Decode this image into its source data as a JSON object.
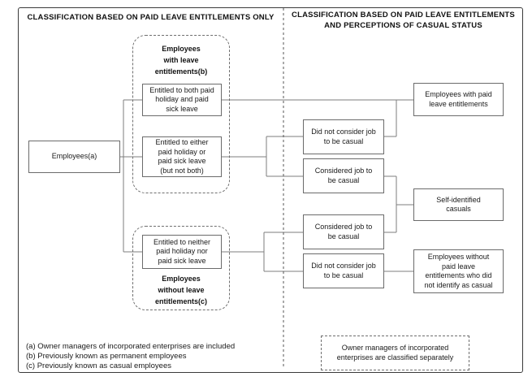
{
  "titles": {
    "left": "CLASSIFICATION BASED ON PAID LEAVE ENTITLEMENTS ONLY",
    "right": "CLASSIFICATION BASED ON PAID LEAVE ENTITLEMENTS\nAND PERCEPTIONS OF CASUAL STATUS"
  },
  "nodes": {
    "employees_root": "Employees(a)",
    "group_with_title": "Employees\nwith leave\nentitlements(b)",
    "entitled_both": "Entitled to both paid\nholiday and paid\nsick leave",
    "entitled_either": "Entitled to either\npaid holiday or\npaid sick leave\n(but not both)",
    "entitled_neither": "Entitled to neither\npaid holiday nor\npaid sick leave",
    "group_without_title": "Employees\nwithout leave\nentitlements(c)",
    "mid_1": "Did not consider job\nto be casual",
    "mid_2": "Considered job to\nbe casual",
    "mid_3": "Considered job to\nbe casual",
    "mid_4": "Did not consider job\nto be casual",
    "right_1": "Employees with paid\nleave entitlements",
    "right_2": "Self-identified\ncasuals",
    "right_3": "Employees without\npaid leave\nentitlements who did\nnot identify as casual",
    "note": "Owner managers of incorporated\nenterprises are classified separately"
  },
  "footnotes": [
    "(a) Owner managers of incorporated enterprises are included",
    "(b) Previously known as permanent employees",
    "(c) Previously known as casual employees"
  ],
  "colors": {
    "connector_line": "#7d7d7d",
    "box_border": "#6b6b6b",
    "divider": "#555555",
    "outer_border": "#3a3a3a",
    "text": "#1a1a1a",
    "background": "#ffffff"
  }
}
